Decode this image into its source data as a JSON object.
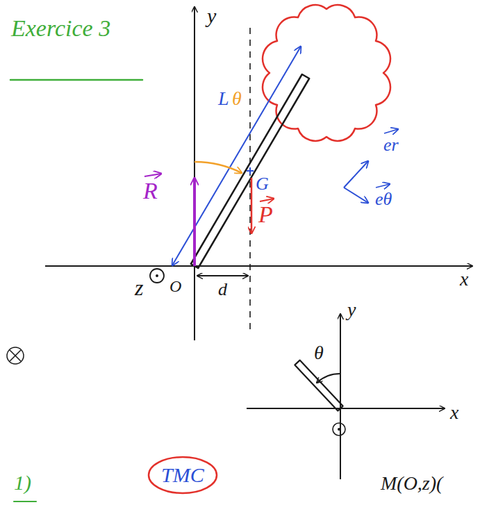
{
  "diagram": {
    "title": "Exercice 3",
    "nodes": [
      {
        "text": [
          "TMC"
        ]
      }
    ],
    "labels": [
      "y",
      "L",
      "θ",
      "R",
      "G",
      "P",
      "er",
      "eθ",
      "x",
      "z",
      "O",
      "d",
      "θ",
      "y",
      "x",
      "1)",
      "M(O,z)("
    ]
  }
}
